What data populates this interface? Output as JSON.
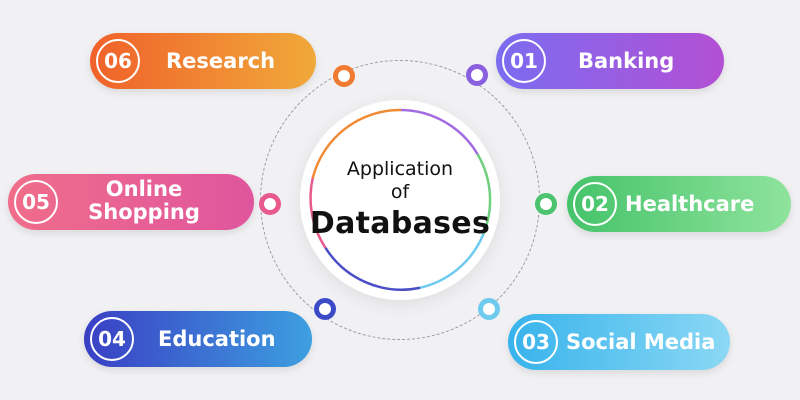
{
  "center": {
    "line1": "Application",
    "line2": "of",
    "line3": "Databases"
  },
  "items": [
    {
      "number": "01",
      "label": "Banking",
      "color_start": "#7b6cf0",
      "color_end": "#b34fd4",
      "connector_color": "#8a5fe0"
    },
    {
      "number": "02",
      "label": "Healthcare",
      "color_start": "#45c36a",
      "color_end": "#8fe39d",
      "connector_color": "#4cc46f"
    },
    {
      "number": "03",
      "label": "Social Media",
      "color_start": "#38b3ec",
      "color_end": "#8bd8f4",
      "connector_color": "#6fcaf0"
    },
    {
      "number": "04",
      "label": "Education",
      "color_start": "#3a3fc4",
      "color_end": "#3d9fe0",
      "connector_color": "#3b4bc8"
    },
    {
      "number": "05",
      "label": "Online Shopping",
      "label_line1": "Online",
      "label_line2": "Shopping",
      "color_start": "#f06d8a",
      "color_end": "#e0559e",
      "connector_color": "#e95a8c"
    },
    {
      "number": "06",
      "label": "Research",
      "color_start": "#f0612a",
      "color_end": "#f0a93a",
      "connector_color": "#f07a30"
    }
  ]
}
